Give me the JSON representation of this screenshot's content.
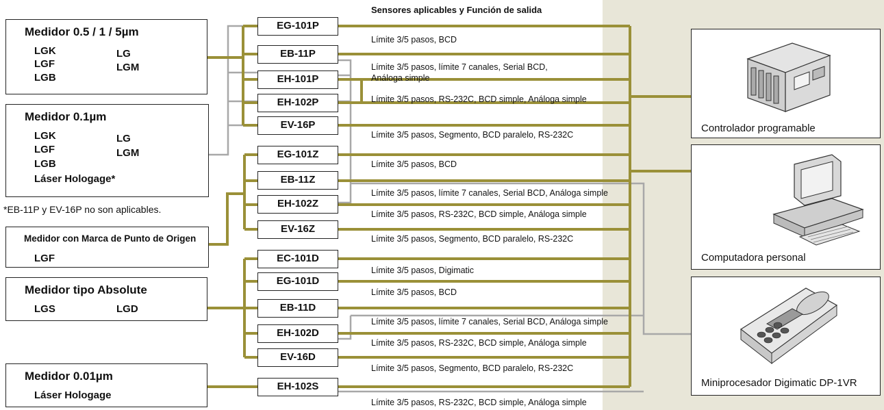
{
  "header": "Sensores aplicables y Función de salida",
  "gauges": [
    {
      "title": "Medidor 0.5 / 1 / 5µm",
      "col1": [
        "LGK",
        "LGF",
        "LGB"
      ],
      "col2": [
        "LG",
        "LGM"
      ]
    },
    {
      "title": "Medidor 0.1µm",
      "col1": [
        "LGK",
        "LGF",
        "LGB"
      ],
      "col2": [
        "LG",
        "LGM"
      ],
      "extra": "Láser Hologage*"
    },
    {
      "title": "Medidor con Marca de Punto de Origen",
      "col1": [
        "LGF"
      ]
    },
    {
      "title": "Medidor tipo Absolute",
      "col1": [
        "LGS"
      ],
      "col2": [
        "LGD"
      ]
    },
    {
      "title": "Medidor 0.01µm",
      "col1": [
        "Láser Hologage"
      ]
    }
  ],
  "footnote": "*EB-11P y EV-16P no son aplicables.",
  "models": [
    "EG-101P",
    "EB-11P",
    "EH-101P",
    "EH-102P",
    "EV-16P",
    "EG-101Z",
    "EB-11Z",
    "EH-102Z",
    "EV-16Z",
    "EC-101D",
    "EG-101D",
    "EB-11D",
    "EH-102D",
    "EV-16D",
    "EH-102S"
  ],
  "outputs": [
    "Límite 3/5 pasos, BCD",
    "Límite 3/5 pasos, límite 7 canales, Serial BCD,",
    "Análoga simple",
    "Límite 3/5 pasos, RS-232C, BCD simple, Análoga simple",
    "Límite 3/5 pasos, Segmento, BCD paralelo, RS-232C",
    "Límite 3/5 pasos, BCD",
    "Límite 3/5 pasos, límite 7 canales, Serial BCD, Análoga simple",
    "Límite 3/5 pasos, RS-232C, BCD simple, Análoga simple",
    "Límite 3/5 pasos, Segmento, BCD paralelo, RS-232C",
    "Límite 3/5 pasos, Digimatic",
    "Límite 3/5 pasos, BCD",
    "Límite 3/5 pasos, límite 7 canales, Serial BCD, Análoga simple",
    "Límite 3/5 pasos, RS-232C, BCD simple, Análoga simple",
    "Límite 3/5 pasos, Segmento, BCD paralelo, RS-232C",
    "Límite 3/5 pasos, RS-232C, BCD simple, Análoga simple"
  ],
  "devices": [
    "Controlador programable",
    "Computadora personal",
    "Miniprocesador Digimatic DP-1VR"
  ],
  "colors": {
    "olive": "#9a9038",
    "gray": "#a8a8a8",
    "panel": "#e8e6d8"
  }
}
